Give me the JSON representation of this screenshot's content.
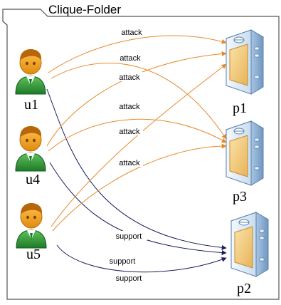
{
  "folder": {
    "title": "Clique-Folder"
  },
  "colors": {
    "attack": "#e8892a",
    "support": "#1a1f5e",
    "frame": "#555555"
  },
  "users": [
    {
      "id": "u1",
      "label": "u1"
    },
    {
      "id": "u4",
      "label": "u4"
    },
    {
      "id": "u5",
      "label": "u5"
    }
  ],
  "products": [
    {
      "id": "p1",
      "label": "p1"
    },
    {
      "id": "p3",
      "label": "p3"
    },
    {
      "id": "p2",
      "label": "p2"
    }
  ],
  "edges": [
    {
      "from": "u1",
      "to": "p1",
      "type": "attack",
      "label": "attack"
    },
    {
      "from": "u1",
      "to": "p3",
      "type": "attack",
      "label": "attack"
    },
    {
      "from": "u1",
      "to": "p2",
      "type": "support",
      "label": "support"
    },
    {
      "from": "u4",
      "to": "p1",
      "type": "attack",
      "label": "attack"
    },
    {
      "from": "u4",
      "to": "p3",
      "type": "attack",
      "label": "attack"
    },
    {
      "from": "u4",
      "to": "p2",
      "type": "support",
      "label": "support"
    },
    {
      "from": "u5",
      "to": "p1",
      "type": "attack",
      "label": "attack"
    },
    {
      "from": "u5",
      "to": "p3",
      "type": "attack",
      "label": "attack"
    },
    {
      "from": "u5",
      "to": "p2",
      "type": "support",
      "label": "support"
    }
  ]
}
